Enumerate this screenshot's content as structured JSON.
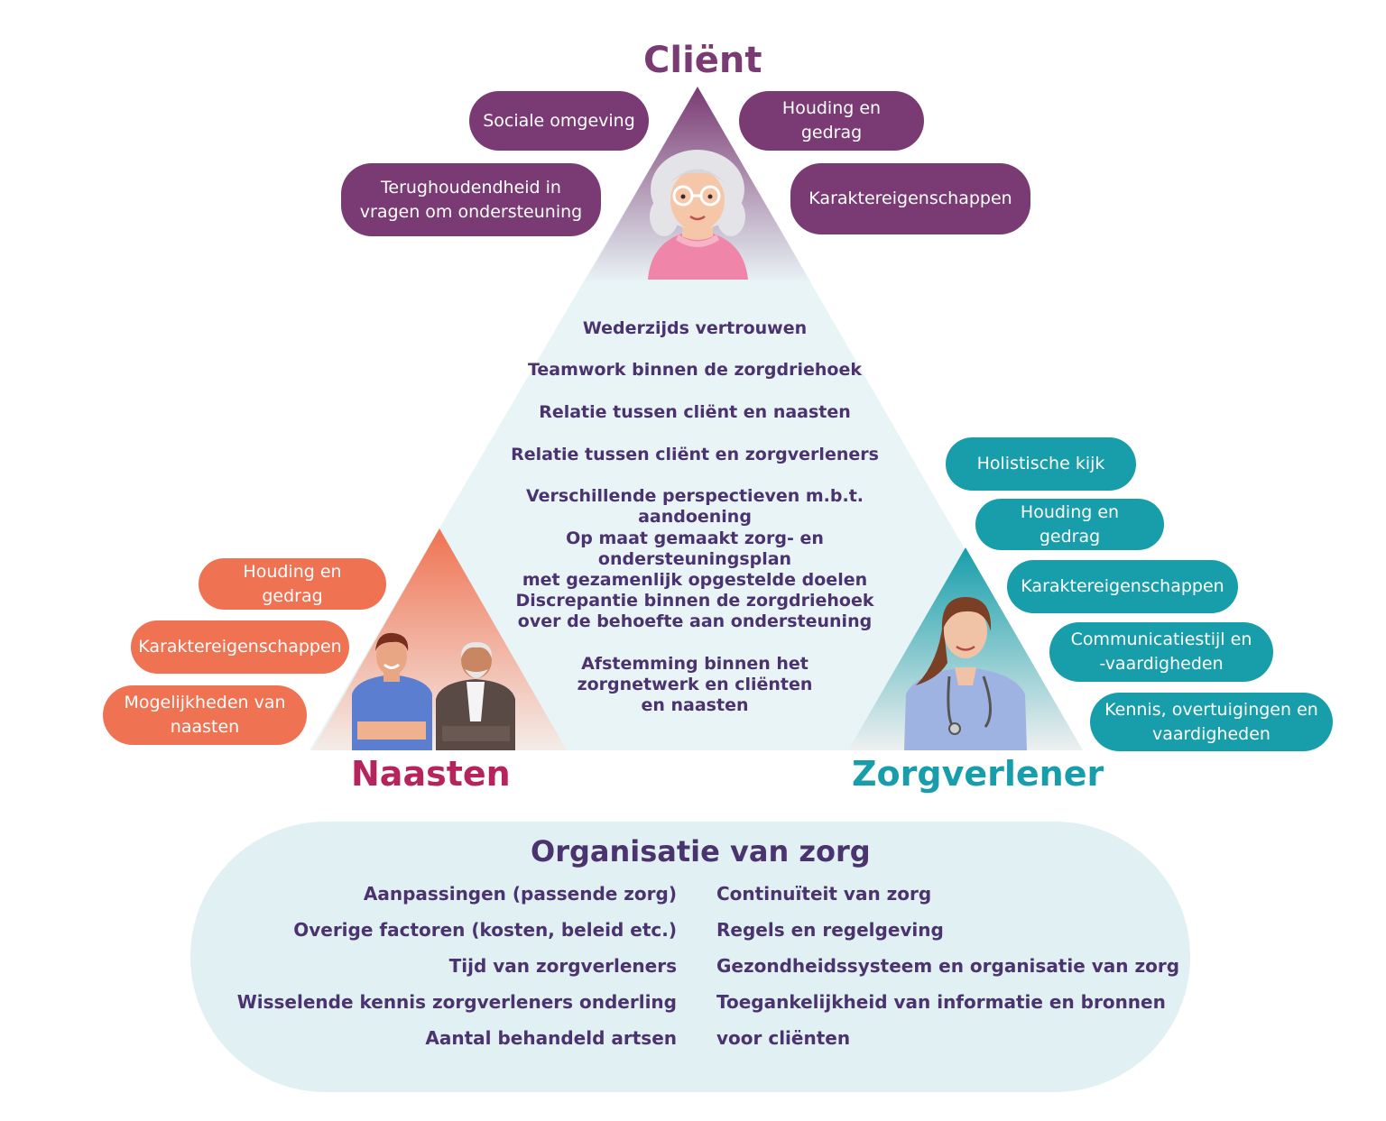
{
  "client": {
    "title": "Cliënt",
    "factors": [
      "Sociale omgeving",
      "Houding en gedrag",
      "Terughoudendheid in\nvragen om ondersteuning",
      "Karaktereigenschappen"
    ]
  },
  "naasten": {
    "title": "Naasten",
    "factors": [
      "Houding en gedrag",
      "Karaktereigenschappen",
      "Mogelijkheden van\nnaasten"
    ]
  },
  "zorgverlener": {
    "title": "Zorgverlener",
    "factors": [
      "Holistische kijk",
      "Houding en gedrag",
      "Karaktereigenschappen",
      "Communicatiestijl en\n-vaardigheden",
      "Kennis, overtuigingen en\nvaardigheden"
    ]
  },
  "center": [
    "Wederzijds vertrouwen",
    "Teamwork binnen de zorgdriehoek",
    "Relatie tussen cliënt en naasten",
    "Relatie tussen cliënt en zorgverleners",
    "Verschillende perspectieven m.b.t. aandoening",
    "Op maat gemaakt zorg- en ondersteuningsplan\nmet gezamenlijk opgestelde doelen",
    "Discrepantie binnen de zorgdriehoek\nover de behoefte aan ondersteuning",
    "Afstemming binnen het\nzorgnetwerk en cliënten\nen naasten"
  ],
  "organisatie": {
    "title": "Organisatie van zorg",
    "left": [
      "Aanpassingen (passende zorg)",
      "Overige factoren (kosten, beleid etc.)",
      "Tijd van zorgverleners",
      "Wisselende kennis zorgverleners onderling",
      "Aantal behandeld artsen"
    ],
    "right": [
      "Continuïteit van zorg",
      "Regels en regelgeving",
      "Gezondheidssysteem en organisatie van zorg",
      "Toegankelijkheid van informatie en bronnen",
      "voor cliënten"
    ]
  },
  "colors": {
    "client": "#7a3a73",
    "naasten": "#ef7352",
    "naasten_title": "#b5245c",
    "zorgverlener": "#179eaa",
    "text": "#4a336e",
    "triangle_fill": "#e9f4f6",
    "organisatie_fill": "#e1f0f2"
  }
}
